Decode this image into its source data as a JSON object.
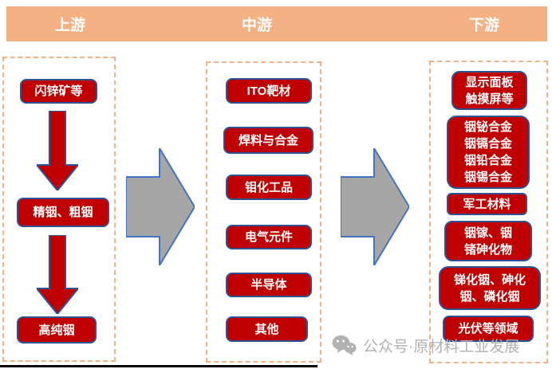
{
  "header": {
    "labels": [
      {
        "id": "upstream",
        "text": "上游"
      },
      {
        "id": "midstream",
        "text": "中游"
      },
      {
        "id": "downstream",
        "text": "下游"
      }
    ]
  },
  "upstream": {
    "boxes": [
      "闪锌矿等",
      "精铟、粗铟",
      "高纯铟"
    ]
  },
  "midstream": {
    "boxes": [
      "ITO靶材",
      "焊料与合金",
      "钼化工品",
      "电气元件",
      "半导体",
      "其他"
    ]
  },
  "downstream": {
    "boxes": [
      {
        "lines": [
          "显示面板",
          "触摸屏等"
        ]
      },
      {
        "lines": [
          "铟铋合金",
          "铟镉合金",
          "铟铅合金",
          "铟锡合金"
        ]
      },
      {
        "lines": [
          "军工材料"
        ]
      },
      {
        "lines": [
          "铟镓、铟",
          "锗砷化物"
        ]
      },
      {
        "lines": [
          "锑化铟、砷化",
          "铟、磷化铟"
        ]
      },
      {
        "lines": [
          "光伏等领域"
        ]
      }
    ]
  },
  "watermark": {
    "icon": "wechat-icon",
    "text": "公众号·原材料工业发展"
  },
  "colors": {
    "header_bg": "#f4b183",
    "dashed_border": "#f4b183",
    "box_fill": "#c00000",
    "box_border": "#2e5395",
    "gray_arrow_fill": "#a6a6a6",
    "gray_arrow_border": "#4472c4",
    "watermark_gray": "#b3b2b1"
  }
}
